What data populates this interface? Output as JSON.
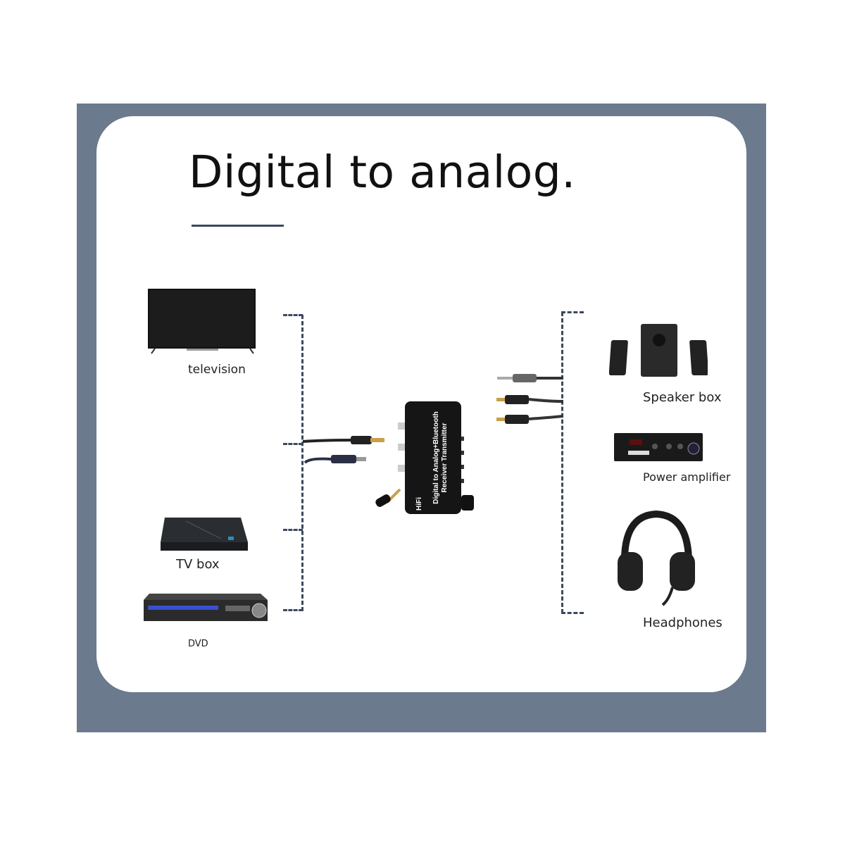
{
  "title": "Digital to analog.",
  "sources": [
    {
      "label": "television"
    },
    {
      "label": "TV box"
    },
    {
      "label": "DVD"
    }
  ],
  "outputs": [
    {
      "label": "Speaker box"
    },
    {
      "label": "Power amplifier"
    },
    {
      "label": "Headphones"
    }
  ],
  "device": {
    "brand": "HiFi",
    "name": "Digital to Analog+Bluetooth Receiver Transmitter"
  },
  "colors": {
    "frame": "#6c7a8e",
    "accent": "#3b4a5d"
  }
}
